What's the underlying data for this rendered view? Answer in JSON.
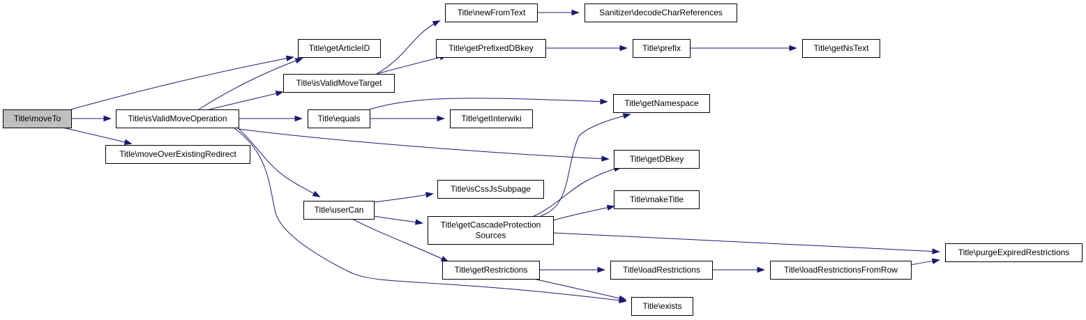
{
  "colors": {
    "node_fill": "#ffffff",
    "root_fill": "#bfbfbf",
    "node_border": "#000000",
    "edge": "#191970"
  },
  "nodes": {
    "moveTo": {
      "label": [
        "Title\\moveTo"
      ],
      "root": true
    },
    "isValidMoveOperation": {
      "label": [
        "Title\\isValidMoveOperation"
      ]
    },
    "moveOverExistingRedirect": {
      "label": [
        "Title\\moveOverExistingRedirect"
      ]
    },
    "getArticleID": {
      "label": [
        "Title\\getArticleID"
      ]
    },
    "isValidMoveTarget": {
      "label": [
        "Title\\isValidMoveTarget"
      ]
    },
    "equals": {
      "label": [
        "Title\\equals"
      ]
    },
    "userCan": {
      "label": [
        "Title\\userCan"
      ]
    },
    "newFromText": {
      "label": [
        "Title\\newFromText"
      ]
    },
    "getPrefixedDBkey": {
      "label": [
        "Title\\getPrefixedDBkey"
      ]
    },
    "getInterwiki": {
      "label": [
        "Title\\getInterwiki"
      ]
    },
    "isCssJsSubpage": {
      "label": [
        "Title\\isCssJsSubpage"
      ]
    },
    "getCascadeProtectionSources": {
      "label": [
        "Title\\getCascadeProtection",
        "Sources"
      ]
    },
    "getRestrictions": {
      "label": [
        "Title\\getRestrictions"
      ]
    },
    "decodeCharReferences": {
      "label": [
        "Sanitizer\\decodeCharReferences"
      ]
    },
    "prefix": {
      "label": [
        "Title\\prefix"
      ]
    },
    "getNamespace": {
      "label": [
        "Title\\getNamespace"
      ]
    },
    "getDBkey": {
      "label": [
        "Title\\getDBkey"
      ]
    },
    "makeTitle": {
      "label": [
        "Title\\makeTitle"
      ]
    },
    "loadRestrictions": {
      "label": [
        "Title\\loadRestrictions"
      ]
    },
    "exists": {
      "label": [
        "Title\\exists"
      ]
    },
    "getNsText": {
      "label": [
        "Title\\getNsText"
      ]
    },
    "loadRestrictionsFromRow": {
      "label": [
        "Title\\loadRestrictionsFromRow"
      ]
    },
    "purgeExpiredRestrictions": {
      "label": [
        "Title\\purgeExpiredRestrictions"
      ]
    }
  },
  "edges": [
    {
      "from": "moveTo",
      "to": "getArticleID"
    },
    {
      "from": "moveTo",
      "to": "isValidMoveOperation"
    },
    {
      "from": "moveTo",
      "to": "moveOverExistingRedirect"
    },
    {
      "from": "isValidMoveOperation",
      "to": "getArticleID"
    },
    {
      "from": "isValidMoveOperation",
      "to": "isValidMoveTarget"
    },
    {
      "from": "isValidMoveOperation",
      "to": "equals"
    },
    {
      "from": "isValidMoveOperation",
      "to": "getDBkey"
    },
    {
      "from": "isValidMoveOperation",
      "to": "userCan"
    },
    {
      "from": "isValidMoveOperation",
      "to": "exists"
    },
    {
      "from": "isValidMoveTarget",
      "to": "newFromText"
    },
    {
      "from": "isValidMoveTarget",
      "to": "getPrefixedDBkey"
    },
    {
      "from": "newFromText",
      "to": "decodeCharReferences"
    },
    {
      "from": "getPrefixedDBkey",
      "to": "prefix"
    },
    {
      "from": "prefix",
      "to": "getNsText"
    },
    {
      "from": "equals",
      "to": "getNamespace"
    },
    {
      "from": "equals",
      "to": "getInterwiki"
    },
    {
      "from": "userCan",
      "to": "isCssJsSubpage"
    },
    {
      "from": "userCan",
      "to": "getCascadeProtectionSources"
    },
    {
      "from": "userCan",
      "to": "getRestrictions"
    },
    {
      "from": "getCascadeProtectionSources",
      "to": "getNamespace"
    },
    {
      "from": "getCascadeProtectionSources",
      "to": "getDBkey"
    },
    {
      "from": "getCascadeProtectionSources",
      "to": "makeTitle"
    },
    {
      "from": "getCascadeProtectionSources",
      "to": "purgeExpiredRestrictions"
    },
    {
      "from": "getRestrictions",
      "to": "loadRestrictions"
    },
    {
      "from": "getRestrictions",
      "to": "exists"
    },
    {
      "from": "loadRestrictions",
      "to": "loadRestrictionsFromRow"
    },
    {
      "from": "loadRestrictionsFromRow",
      "to": "purgeExpiredRestrictions"
    }
  ]
}
